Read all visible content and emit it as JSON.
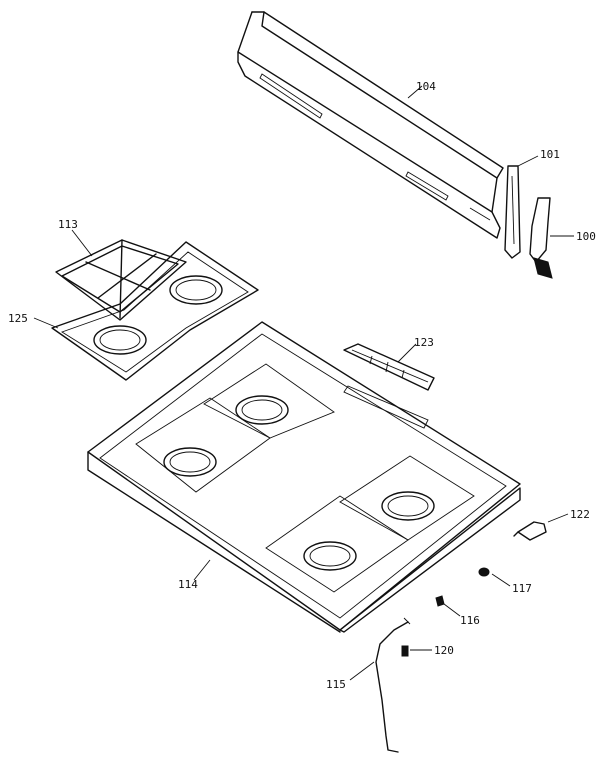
{
  "labels": {
    "backguard": "104",
    "end_cap_right": "101",
    "end_cap_bracket": "100",
    "grate": "113",
    "burner_pan": "125",
    "vent_trim": "123",
    "main_top": "114",
    "part_122": "122",
    "part_117": "117",
    "part_116": "116",
    "part_120": "120",
    "support_rod": "115"
  }
}
